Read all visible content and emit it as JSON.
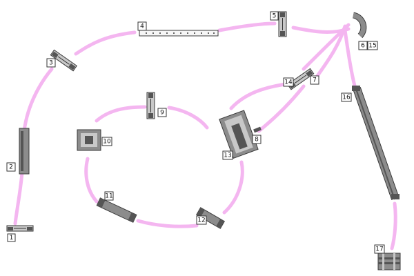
{
  "diagram": {
    "background": "#ffffff",
    "path_color": "#f4b6f0",
    "obstacle_color": "#8c8c8c",
    "labels": {
      "n1": "1",
      "n2": "2",
      "n3": "3",
      "n4": "4",
      "n5": "5",
      "n6": "6",
      "n7": "7",
      "n8": "8",
      "n9": "9",
      "n10": "10",
      "n11": "11",
      "n12": "12",
      "n13": "13",
      "n14": "14",
      "n15": "15",
      "n16": "16",
      "n17": "17"
    }
  }
}
